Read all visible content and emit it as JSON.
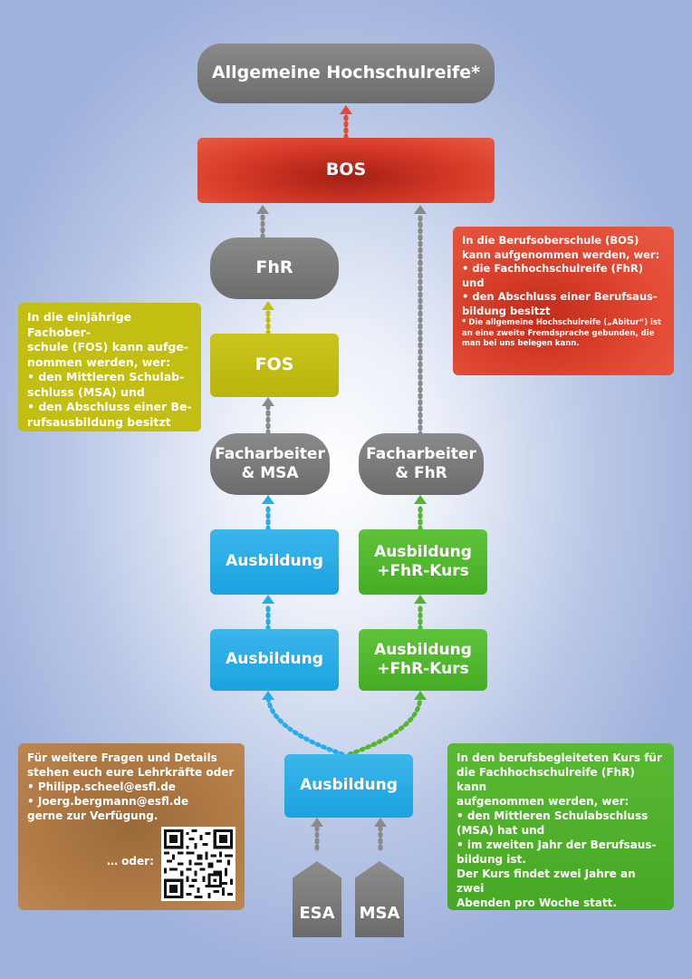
{
  "nodes": {
    "top": "Allgemeine Hochschulreife*",
    "bos": "BOS",
    "fhr": "FhR",
    "fos": "FOS",
    "facharbeiter_msa_1": "Facharbeiter",
    "facharbeiter_msa_2": "& MSA",
    "facharbeiter_fhr_1": "Facharbeiter",
    "facharbeiter_fhr_2": "& FhR",
    "ausbildung_left_1": "Ausbildung",
    "ausbildung_left_2": "Ausbildung",
    "ausbildung_fhr_1a": "Ausbildung",
    "ausbildung_fhr_1b": "+FhR-Kurs",
    "ausbildung_fhr_2a": "Ausbildung",
    "ausbildung_fhr_2b": "+FhR-Kurs",
    "ausbildung_bottom": "Ausbildung",
    "esa": "ESA",
    "msa": "MSA"
  },
  "info_fos": {
    "line1": "In die einjährige Fachober-",
    "line2": "schule (FOS) kann aufge-",
    "line3": "nommen werden, wer:",
    "line4": "• den Mittleren Schulab-",
    "line5": "schluss (MSA) und",
    "line6": "• den Abschluss einer Be-",
    "line7": "rufsausbildung besitzt"
  },
  "info_bos": {
    "line1": "In die Berufsoberschule (BOS)",
    "line2": "kann aufgenommen werden, wer:",
    "line3": "• die Fachhochschulreife (FhR)",
    "line4": "und",
    "line5": "• den Abschluss einer Berufsaus-",
    "line6": "bildung besitzt",
    "note1": "* Die allgemeine Hochschulreife („Abitur“) ist",
    "note2": "an eine zweite Fremdsprache gebunden, die",
    "note3": "man bei uns belegen kann."
  },
  "info_contact": {
    "line1": "Für weitere Fragen und Details",
    "line2": "stehen euch eure Lehrkräfte oder",
    "line3": "• Philipp.scheel@esfl.de",
    "line4": "• Joerg.bergmann@esfl.de",
    "line5": "gerne zur Verfügung.",
    "oder": "… oder:"
  },
  "info_kurs": {
    "line1": "In den berufsbegleiteten Kurs für",
    "line2": "die Fachhochschulreife (FhR) kann",
    "line3": "aufgenommen werden, wer:",
    "line4": "• den Mittleren Schulabschluss",
    "line5": "(MSA) hat und",
    "line6": "• im zweiten Jahr der Berufsaus-",
    "line7": "bildung ist.",
    "line8": "Der Kurs findet zwei Jahre an zwei",
    "line9": "Abenden pro Woche statt."
  },
  "colors": {
    "gray": "#7a7a7a",
    "red": "#e24a34",
    "yellow": "#c2be12",
    "blue": "#25acec",
    "green": "#52b72e",
    "brown": "#b07a45"
  }
}
